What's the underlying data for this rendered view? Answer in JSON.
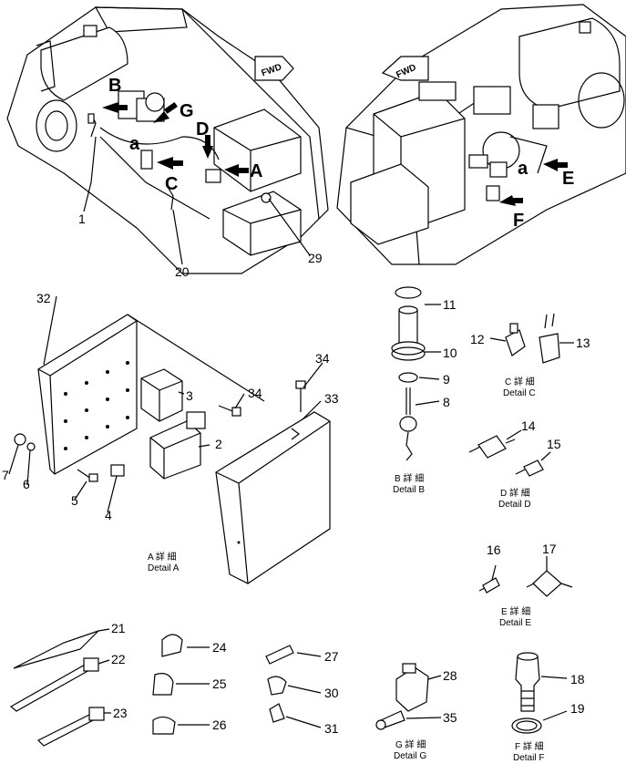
{
  "fwd": "FWD",
  "view_letters": {
    "A": "A",
    "B": "B",
    "C": "C",
    "D": "D",
    "E": "E",
    "F": "F",
    "G": "G",
    "a": "a"
  },
  "callouts": {
    "n1": "1",
    "n2": "2",
    "n3": "3",
    "n4": "4",
    "n5": "5",
    "n6": "6",
    "n7": "7",
    "n8": "8",
    "n9": "9",
    "n10": "10",
    "n11": "11",
    "n12": "12",
    "n13": "13",
    "n14": "14",
    "n15": "15",
    "n16": "16",
    "n17": "17",
    "n18": "18",
    "n19": "19",
    "n20": "20",
    "n21": "21",
    "n22": "22",
    "n23": "23",
    "n24": "24",
    "n25": "25",
    "n26": "26",
    "n27": "27",
    "n28": "28",
    "n29": "29",
    "n30": "30",
    "n31": "31",
    "n32": "32",
    "n33": "33",
    "n34a": "34",
    "n34b": "34",
    "n35": "35"
  },
  "details": {
    "A": {
      "jp": "A 詳 細",
      "en": "Detail  A"
    },
    "B": {
      "jp": "B 詳 細",
      "en": "Detail  B"
    },
    "C": {
      "jp": "C 詳 細",
      "en": "Detail  C"
    },
    "D": {
      "jp": "D 詳 細",
      "en": "Detail  D"
    },
    "E": {
      "jp": "E 詳 細",
      "en": "Detail  E"
    },
    "F": {
      "jp": "F 詳 細",
      "en": "Detail  F"
    },
    "G": {
      "jp": "G 詳 細",
      "en": "Detail  G"
    }
  }
}
